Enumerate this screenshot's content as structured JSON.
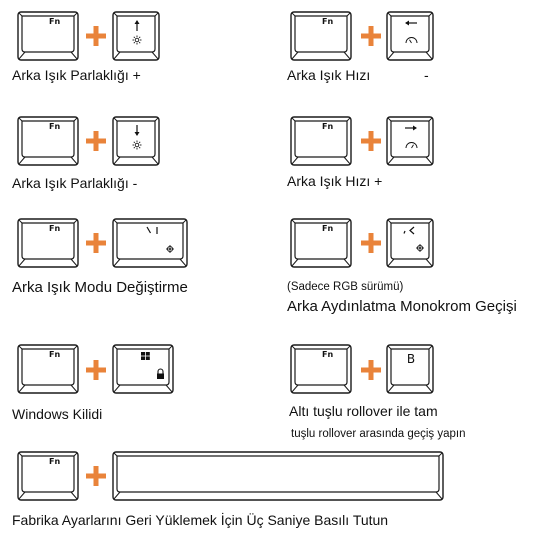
{
  "colors": {
    "plus": "#E9833A",
    "key_stroke": "#1a1a1a",
    "text": "#111111"
  },
  "keys": {
    "fn": "Fn",
    "b": "B"
  },
  "icons": {
    "brightness_up": "arrow-up-sun-icon",
    "brightness_down": "arrow-down-sun-icon",
    "speed_down": "arrow-left-gauge-icon",
    "speed_up": "arrow-right-gauge-icon",
    "mode_switch": "backslash-pipe-gear-icon",
    "rgb_mono": "comma-less-than-gear-icon",
    "win_lock": "windows-lock-icon",
    "reset": "spacebar-icon"
  },
  "shortcuts": {
    "brightness_up": "Arka Işık Parlaklığı +",
    "brightness_down": "Arka Işık Parlaklığı -",
    "speed_down": "Arka Işık Hızı",
    "speed_down_sign": "-",
    "speed_up": "Arka Işık Hızı +",
    "mode_switch": "Arka Işık Modu Değiştirme",
    "rgb_note": "(Sadece RGB sürümü)",
    "rgb_mono": "Arka Aydınlatma Monokrom Geçişi",
    "windows_lock": "Windows Kilidi",
    "rollover_line1": "Altı tuşlu rollover ile tam",
    "rollover_line2": "tuşlu rollover arasında geçiş yapın",
    "factory_reset": "Fabrika Ayarlarını Geri Yüklemek İçin Üç Saniye Basılı Tutun"
  }
}
